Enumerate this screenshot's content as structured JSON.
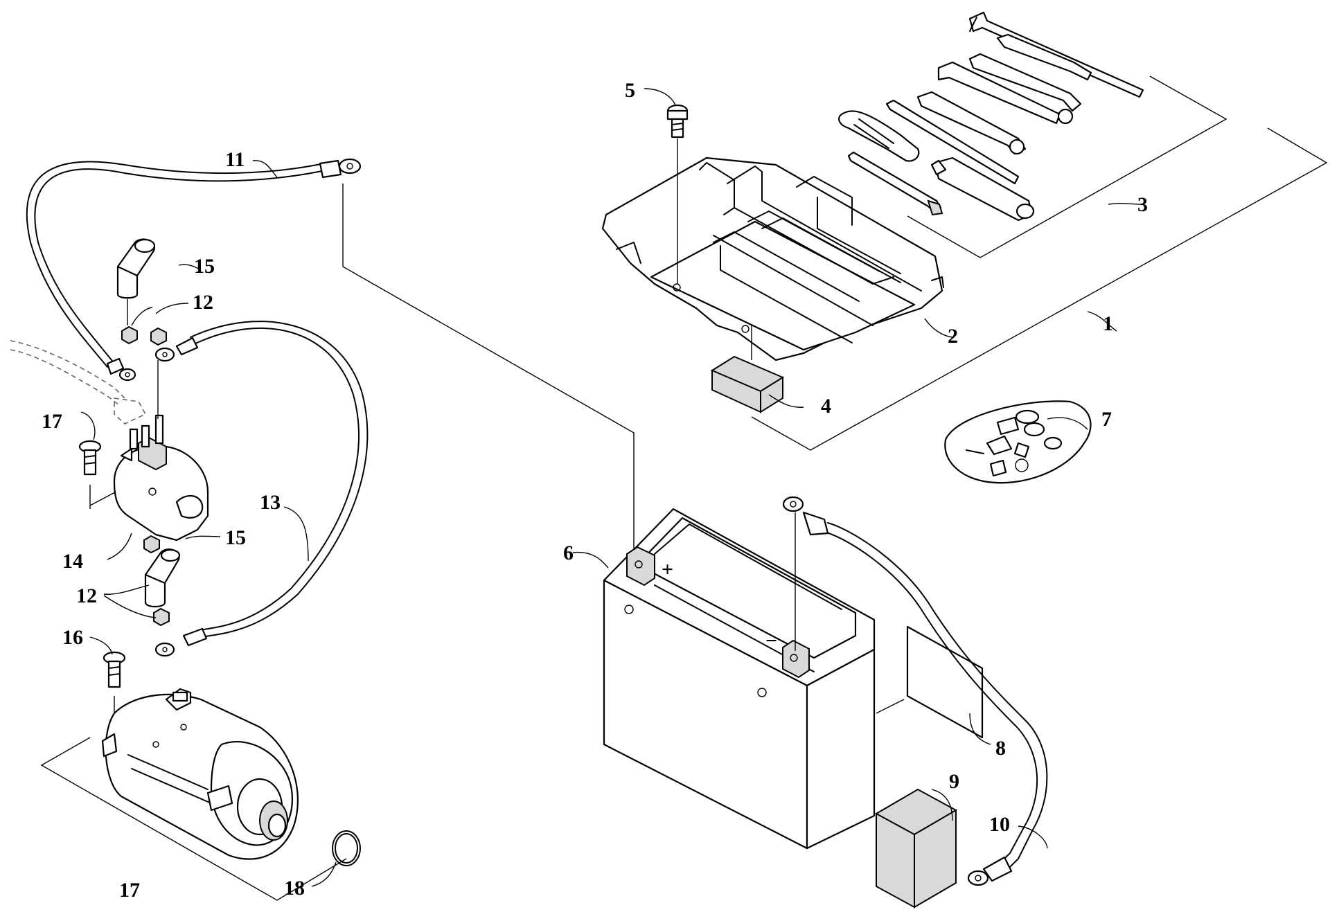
{
  "callouts": [
    {
      "id": "1",
      "text": "1"
    },
    {
      "id": "2",
      "text": "2"
    },
    {
      "id": "3",
      "text": "3"
    },
    {
      "id": "4",
      "text": "4"
    },
    {
      "id": "5",
      "text": "5"
    },
    {
      "id": "6",
      "text": "6"
    },
    {
      "id": "7",
      "text": "7"
    },
    {
      "id": "8",
      "text": "8"
    },
    {
      "id": "9",
      "text": "9"
    },
    {
      "id": "10",
      "text": "10"
    },
    {
      "id": "11",
      "text": "11"
    },
    {
      "id": "12a",
      "text": "12"
    },
    {
      "id": "12b",
      "text": "12"
    },
    {
      "id": "13",
      "text": "13"
    },
    {
      "id": "14",
      "text": "14"
    },
    {
      "id": "15a",
      "text": "15"
    },
    {
      "id": "15b",
      "text": "15"
    },
    {
      "id": "16",
      "text": "16"
    },
    {
      "id": "17a",
      "text": "17"
    },
    {
      "id": "17b",
      "text": "17"
    },
    {
      "id": "18",
      "text": "18"
    }
  ],
  "battery_marks": {
    "plus": "+",
    "minus": "−"
  }
}
